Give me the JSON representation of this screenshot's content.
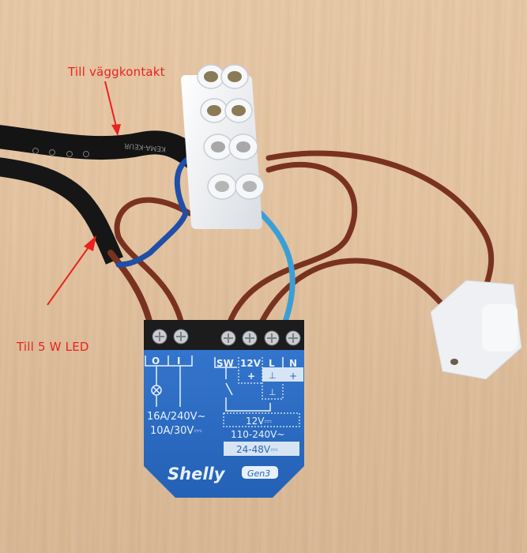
{
  "annotations": {
    "top_label": "Till väggkontakt",
    "bottom_label": "Till 5 W LED",
    "color": "#e8231f"
  },
  "cable": {
    "print_text": "KEMA-KEUR"
  },
  "device": {
    "brand": "Shelly",
    "badge": "Gen3",
    "terminals": {
      "o": "O",
      "i": "I",
      "sw": "SW",
      "v12": "12V",
      "l": "L",
      "n": "N",
      "plus_12v": "+",
      "ground_l": "⊥",
      "plus_n": "+",
      "ground_below": "⊥"
    },
    "ratings": {
      "ac": "16A/240V~",
      "dc": "10A/30V⎓"
    },
    "supply": {
      "v12": "12V⎓",
      "ac_range": "110-240V~",
      "dc_range": "24-48V⎓"
    },
    "color": "#2d6fc7"
  }
}
